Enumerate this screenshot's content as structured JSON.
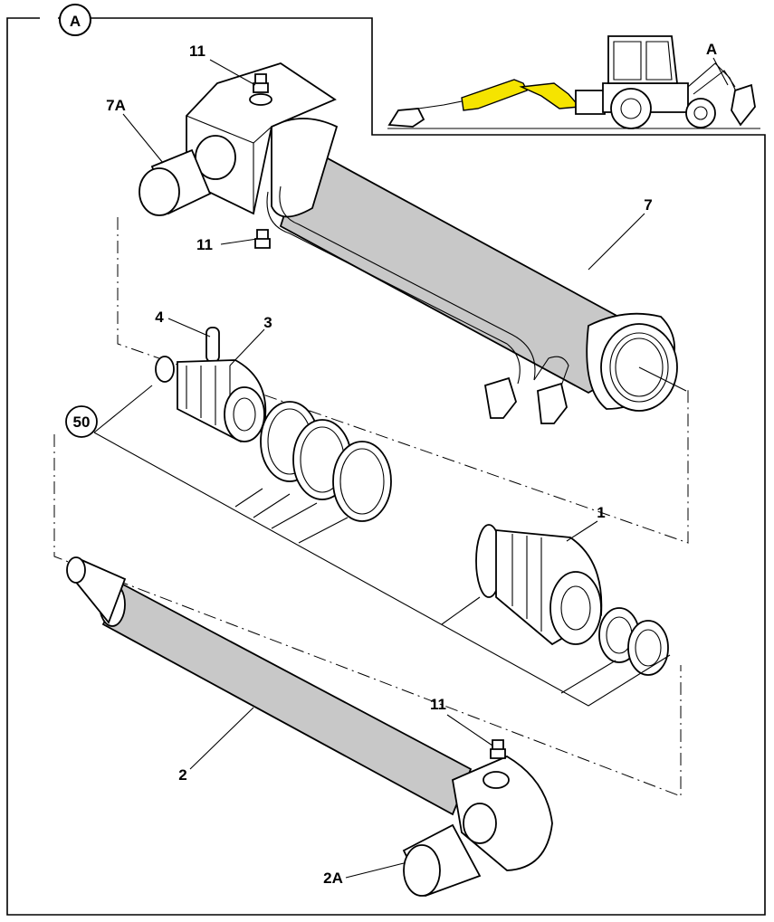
{
  "view_label": "A",
  "inset": {
    "callout_label": "A",
    "highlight_color": "#f5e400"
  },
  "callouts": {
    "grease_nipple_top": "11",
    "grease_nipple_mid": "11",
    "grease_nipple_bottom": "11",
    "cylinder_eye_bush": "7A",
    "cylinder_barrel": "7",
    "piston_pin": "4",
    "piston": "3",
    "seal_kit": "50",
    "gland": "1",
    "piston_rod": "2",
    "rod_eye_bush": "2A"
  },
  "colors": {
    "part_shading": "#c8c8c8",
    "line": "#000000"
  }
}
